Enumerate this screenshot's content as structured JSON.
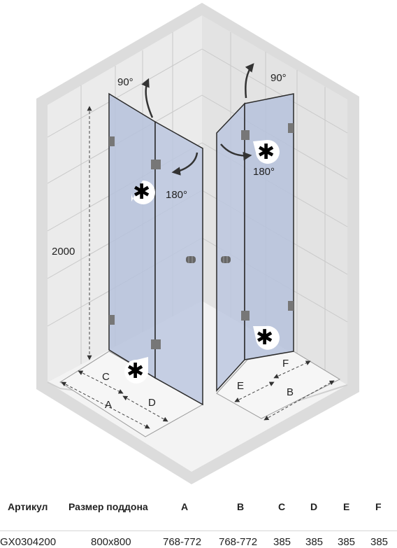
{
  "diagram": {
    "labels": {
      "height": "2000",
      "angle_left_top": "90°",
      "angle_left_mid": "180°",
      "angle_right_top": "90°",
      "angle_right_mid": "180°",
      "dim_A": "A",
      "dim_B": "B",
      "dim_C": "C",
      "dim_D": "D",
      "dim_E": "E",
      "dim_F": "F"
    }
  },
  "table": {
    "headers": [
      "Артикул",
      "Размер поддона",
      "A",
      "B",
      "C",
      "D",
      "E",
      "F"
    ],
    "rows": [
      [
        "GX0304200",
        "800x800",
        "768-772",
        "768-772",
        "385",
        "385",
        "385",
        "385"
      ]
    ]
  },
  "colors": {
    "glass": "#b6c2dc",
    "glass_edge": "#2b2b2b",
    "tile_left": "#e9e9e9",
    "tile_right": "#e2e2e2",
    "floor": "#efefef",
    "frame": "#d9d9d9"
  }
}
